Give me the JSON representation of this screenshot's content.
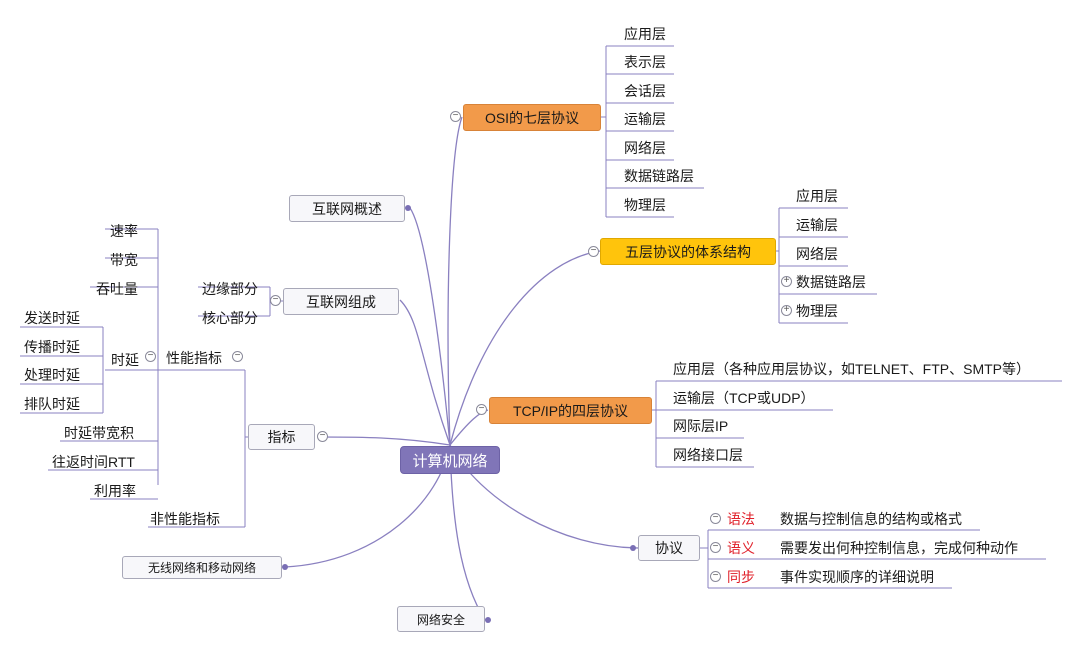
{
  "center": "计算机网络",
  "osi": {
    "title": "OSI的七层协议",
    "layers": [
      "应用层",
      "表示层",
      "会话层",
      "运输层",
      "网络层",
      "数据链路层",
      "物理层"
    ]
  },
  "five": {
    "title": "五层协议的体系结构",
    "layers": [
      "应用层",
      "运输层",
      "网络层",
      "数据链路层",
      "物理层"
    ]
  },
  "tcpip": {
    "title": "TCP/IP的四层协议",
    "layers": [
      "应用层（各种应用层协议，如TELNET、FTP、SMTP等）",
      "运输层（TCP或UDP）",
      "网际层IP",
      "网络接口层"
    ]
  },
  "protocol": {
    "title": "协议",
    "items": [
      {
        "key": "语法",
        "desc": "数据与控制信息的结构或格式"
      },
      {
        "key": "语义",
        "desc": "需要发出何种控制信息，完成何种动作"
      },
      {
        "key": "同步",
        "desc": "事件实现顺序的详细说明"
      }
    ]
  },
  "overview": "互联网概述",
  "composition": {
    "title": "互联网组成",
    "parts": [
      "边缘部分",
      "核心部分"
    ]
  },
  "metrics": {
    "title": "指标",
    "performance": {
      "title": "性能指标",
      "items": [
        "速率",
        "带宽",
        "吞吐量",
        "时延",
        "时延带宽积",
        "往返时间RTT",
        "利用率"
      ],
      "delay_items": [
        "发送时延",
        "传播时延",
        "处理时延",
        "排队时延"
      ]
    },
    "non_performance": "非性能指标"
  },
  "wireless": "无线网络和移动网络",
  "security": "网络安全",
  "colors": {
    "center": "#8075b8",
    "osi": "#f29a4a",
    "five": "#ffc40c",
    "tcpip": "#f29a4a",
    "connector": "#8a80c0",
    "protocol_keyword": "#e0202a"
  }
}
